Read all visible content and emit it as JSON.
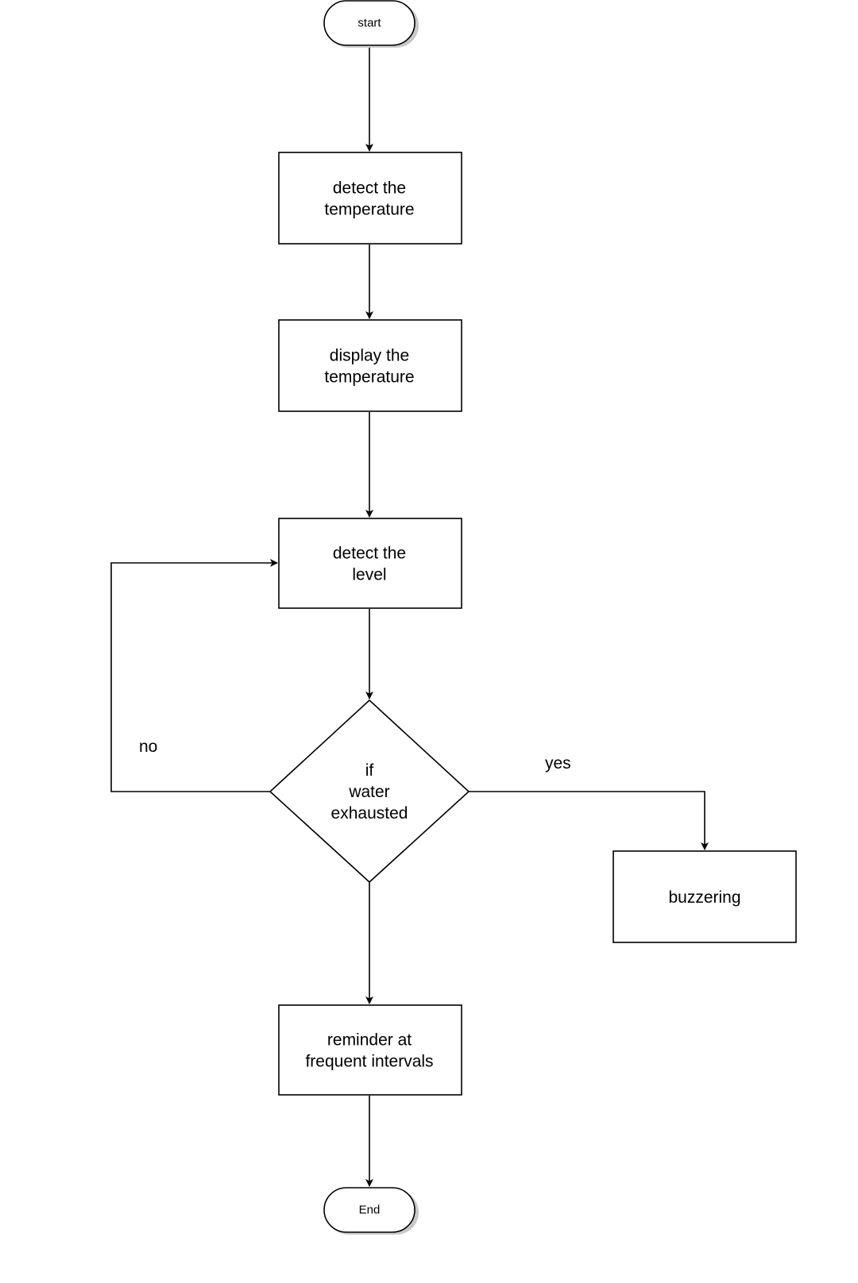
{
  "nodes": {
    "start": {
      "lines": [
        "start"
      ]
    },
    "detect_temperature": {
      "lines": [
        "detect the",
        "temperature"
      ]
    },
    "display_temperature": {
      "lines": [
        "display the",
        "temperature"
      ]
    },
    "detect_level": {
      "lines": [
        "detect the",
        "level"
      ]
    },
    "decision": {
      "lines": [
        "if",
        "water",
        "exhausted"
      ]
    },
    "buzzering": {
      "lines": [
        "buzzering"
      ]
    },
    "reminder": {
      "lines": [
        "reminder at",
        "frequent intervals"
      ]
    },
    "end": {
      "lines": [
        "End"
      ]
    }
  },
  "edge_labels": {
    "no": "no",
    "yes": "yes"
  },
  "colors": {
    "stroke": "#000000",
    "fill": "#ffffff",
    "shadow": "#c8c8c8"
  }
}
